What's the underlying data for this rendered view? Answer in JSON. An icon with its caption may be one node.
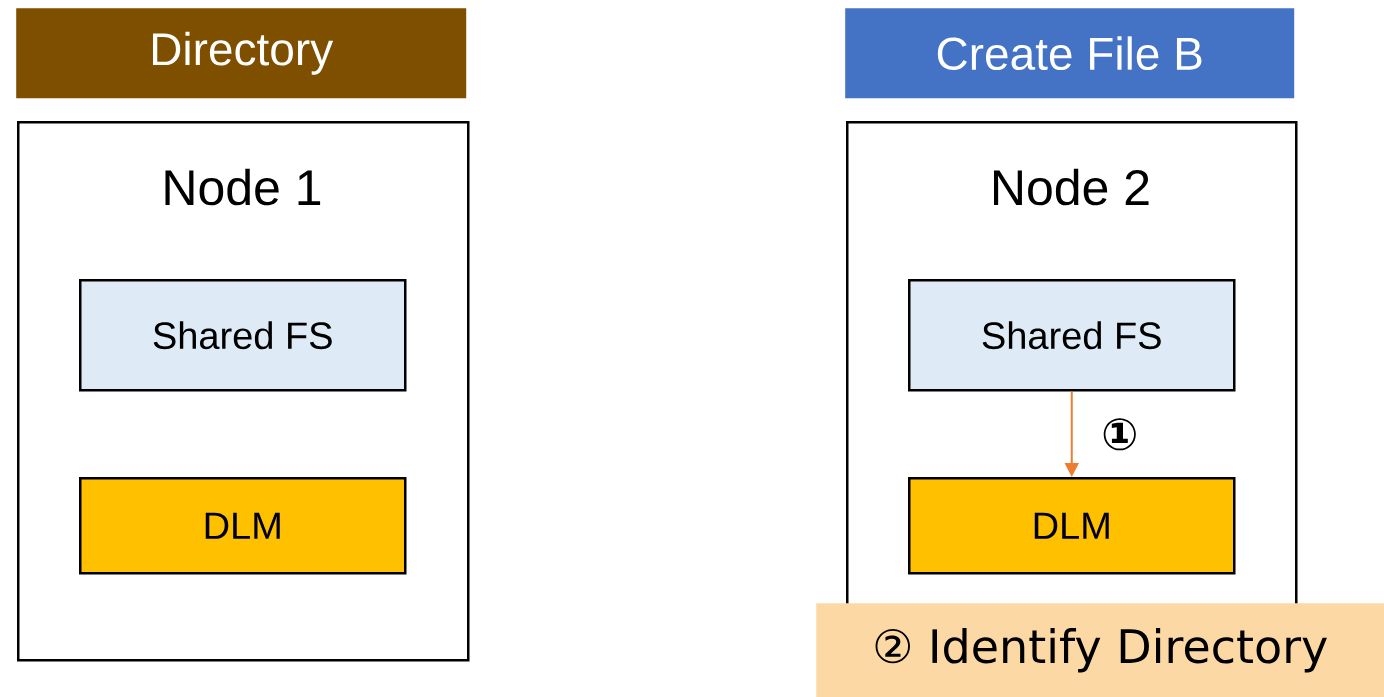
{
  "diagram": {
    "nodes": [
      {
        "text": [
          "Directory"
        ]
      },
      {
        "text": [
          "Node 1"
        ]
      },
      {
        "text": [
          "Shared FS"
        ],
        "in": 1
      },
      {
        "text": [
          "DLM"
        ],
        "in": 1
      },
      {
        "text": [
          "Create File B"
        ]
      },
      {
        "text": [
          "Node 2"
        ]
      },
      {
        "text": [
          "Shared FS"
        ],
        "in": 5
      },
      {
        "text": [
          "DLM"
        ],
        "in": 5
      },
      {
        "text": [
          "② Identify Directory"
        ]
      }
    ],
    "edges": [
      {
        "from": 6,
        "to": 7,
        "arrow": "to",
        "label": "①",
        "color": "#ed7d31"
      }
    ]
  }
}
